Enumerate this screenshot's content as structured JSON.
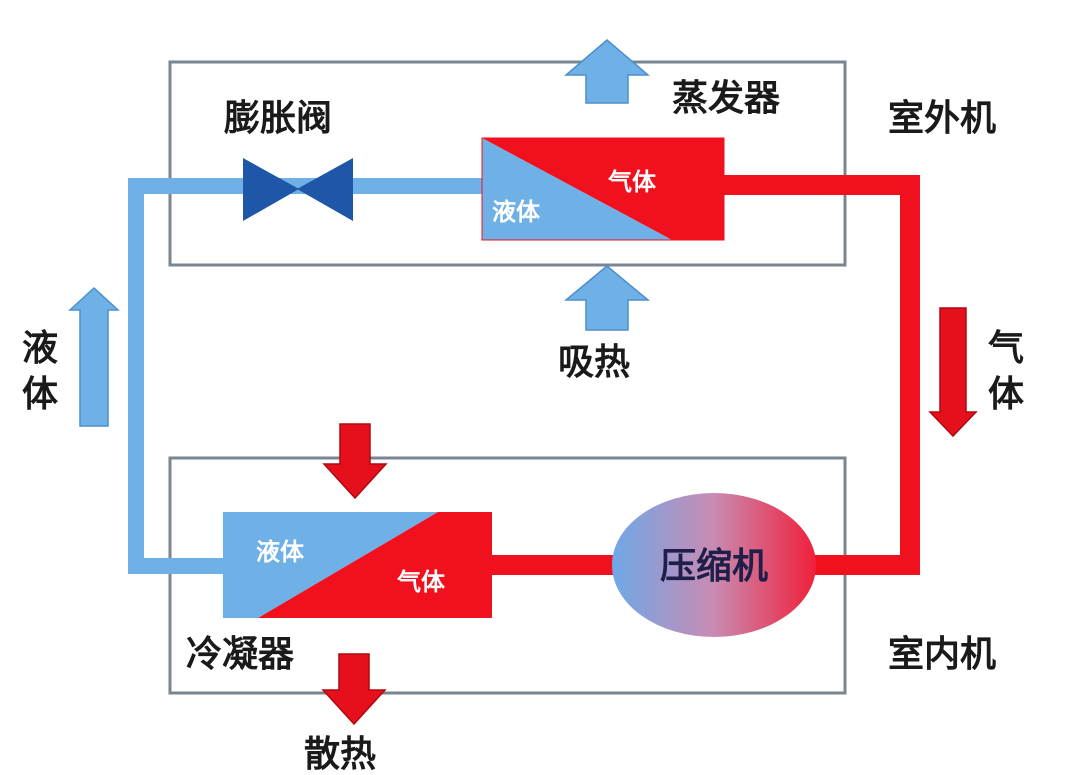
{
  "labels": {
    "evaporator": "蒸发器",
    "outdoor_unit": "室外机",
    "expansion_valve": "膨胀阀",
    "absorb_heat": "吸热",
    "liquid_side_1": "液",
    "liquid_side_2": "体",
    "gas_side_1": "气",
    "gas_side_2": "体",
    "compressor": "压缩机",
    "condenser": "冷凝器",
    "indoor_unit": "室内机",
    "release_heat": "散热"
  },
  "evaporator_box": {
    "liquid": "液体",
    "gas": "气体"
  },
  "condenser_box": {
    "liquid": "液体",
    "gas": "气体"
  },
  "colors": {
    "liquid_blue": "#6fb0e6",
    "gas_red": "#f0101e",
    "valve_blue": "#1e56a8",
    "arrow_blue": "#6fb0e6",
    "arrow_red": "#e5101c",
    "unit_border": "#7a8590"
  }
}
